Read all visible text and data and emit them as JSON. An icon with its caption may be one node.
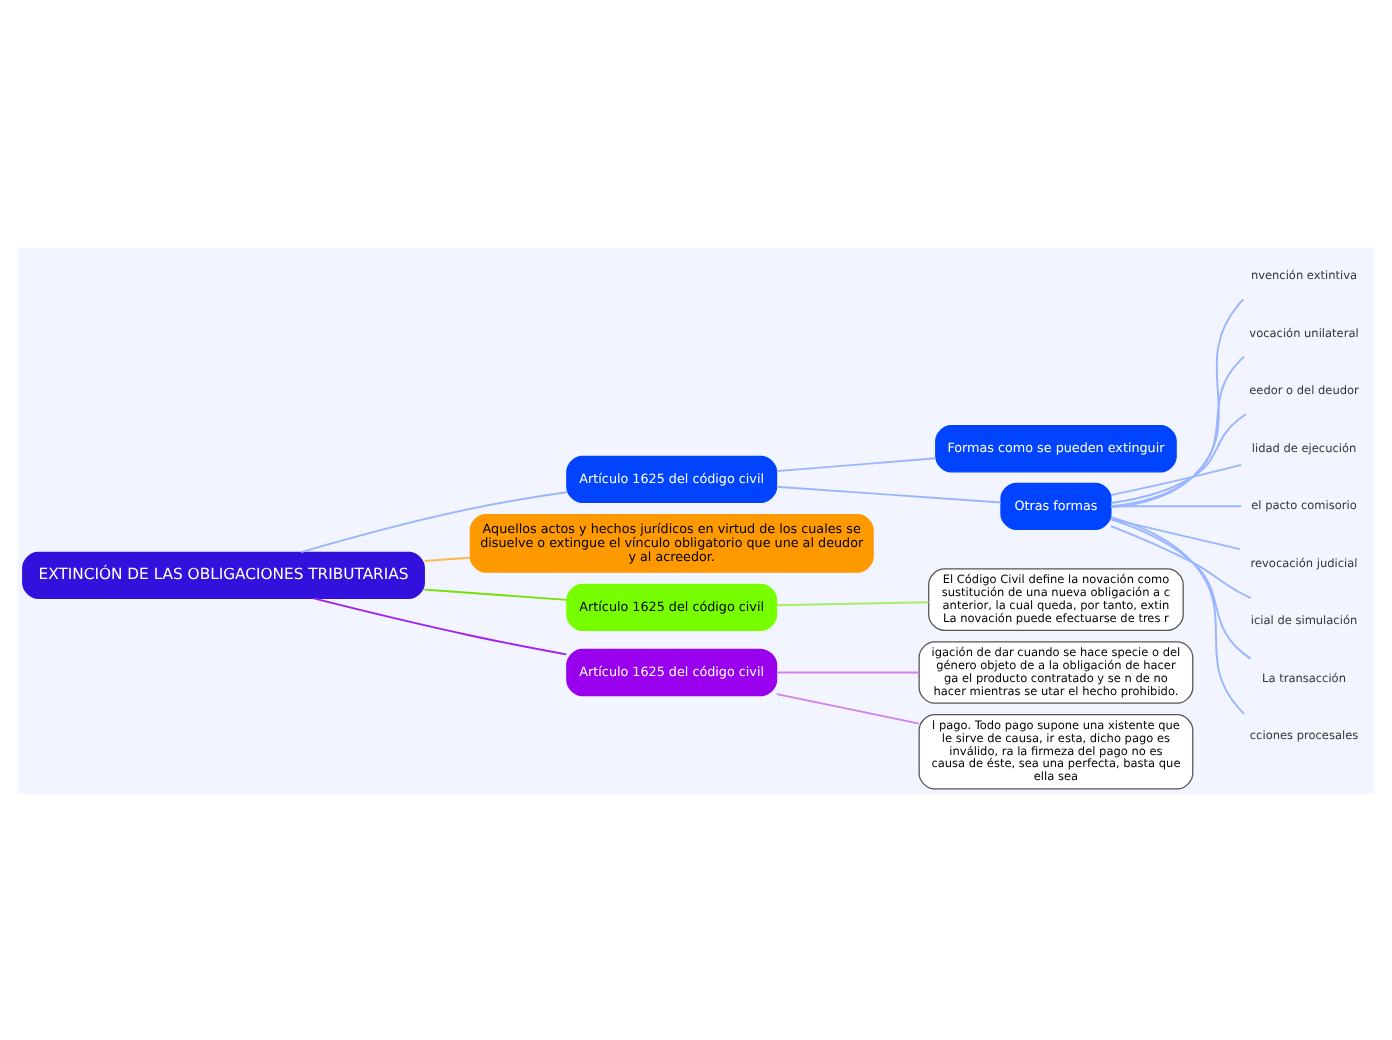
{
  "diagram": {
    "nodes": [
      {
        "text": [
          "EXTINCIÓN DE LAS OBLIGACIONES TRIBUTARIAS"
        ]
      },
      {
        "text": [
          "Artículo 1625 del código civil"
        ]
      },
      {
        "text": [
          "Formas como se pueden extinguir"
        ]
      },
      {
        "text": [
          "Otras formas"
        ]
      },
      {
        "text": [
          "nvención extintiva"
        ]
      },
      {
        "text": [
          "vocación unilateral"
        ]
      },
      {
        "text": [
          "eedor o del deudor"
        ]
      },
      {
        "text": [
          "lidad de ejecución"
        ]
      },
      {
        "text": [
          "el pacto comisorio"
        ]
      },
      {
        "text": [
          "revocación judicial"
        ]
      },
      {
        "text": [
          "icial de simulación"
        ]
      },
      {
        "text": [
          "La transacción"
        ]
      },
      {
        "text": [
          "cciones procesales"
        ]
      },
      {
        "text": [
          "Aquellos actos y hechos jurídicos en virtud de los cuales se disuelve o extingue el vínculo obligatorio que une al deudor y al acreedor."
        ]
      },
      {
        "text": [
          "Artículo 1625 del código civil"
        ]
      },
      {
        "text": [
          "El Código Civil define la novación como sustitución de una nueva obligación a c anterior, la cual queda, por tanto, extin La novación puede efectuarse de tres r"
        ]
      },
      {
        "text": [
          "Artículo 1625 del código civil"
        ]
      },
      {
        "text": [
          "igación de dar cuando se hace specie o del género objeto de a la obligación de hacer ga el producto contratado y se n de no hacer mientras se utar el hecho prohibido."
        ]
      },
      {
        "text": [
          "l pago. Todo pago supone una xistente que le sirve de causa, ir esta, dicho pago es inválido, ra la firmeza del pago no es causa de éste, sea una perfecta, basta que ella sea"
        ]
      }
    ],
    "edges": [
      {
        "from": 0,
        "to": 1,
        "arrow": "none"
      },
      {
        "from": 1,
        "to": 2,
        "arrow": "none"
      },
      {
        "from": 1,
        "to": 3,
        "arrow": "none"
      },
      {
        "from": 3,
        "to": 4,
        "arrow": "none"
      },
      {
        "from": 3,
        "to": 5,
        "arrow": "none"
      },
      {
        "from": 3,
        "to": 6,
        "arrow": "none"
      },
      {
        "from": 3,
        "to": 7,
        "arrow": "none"
      },
      {
        "from": 3,
        "to": 8,
        "arrow": "none"
      },
      {
        "from": 3,
        "to": 9,
        "arrow": "none"
      },
      {
        "from": 3,
        "to": 10,
        "arrow": "none"
      },
      {
        "from": 3,
        "to": 11,
        "arrow": "none"
      },
      {
        "from": 3,
        "to": 12,
        "arrow": "none"
      },
      {
        "from": 0,
        "to": 13,
        "arrow": "none",
        "color": "#ffb74d"
      },
      {
        "from": 0,
        "to": 14,
        "arrow": "none",
        "color": "#76e000"
      },
      {
        "from": 14,
        "to": 15,
        "arrow": "none",
        "color": "#a6f060"
      },
      {
        "from": 0,
        "to": 16,
        "arrow": "none",
        "color": "#a020f0"
      },
      {
        "from": 16,
        "to": 17,
        "arrow": "none",
        "color": "#d080f0"
      },
      {
        "from": 16,
        "to": 18,
        "arrow": "none",
        "color": "#d080f0"
      }
    ]
  }
}
